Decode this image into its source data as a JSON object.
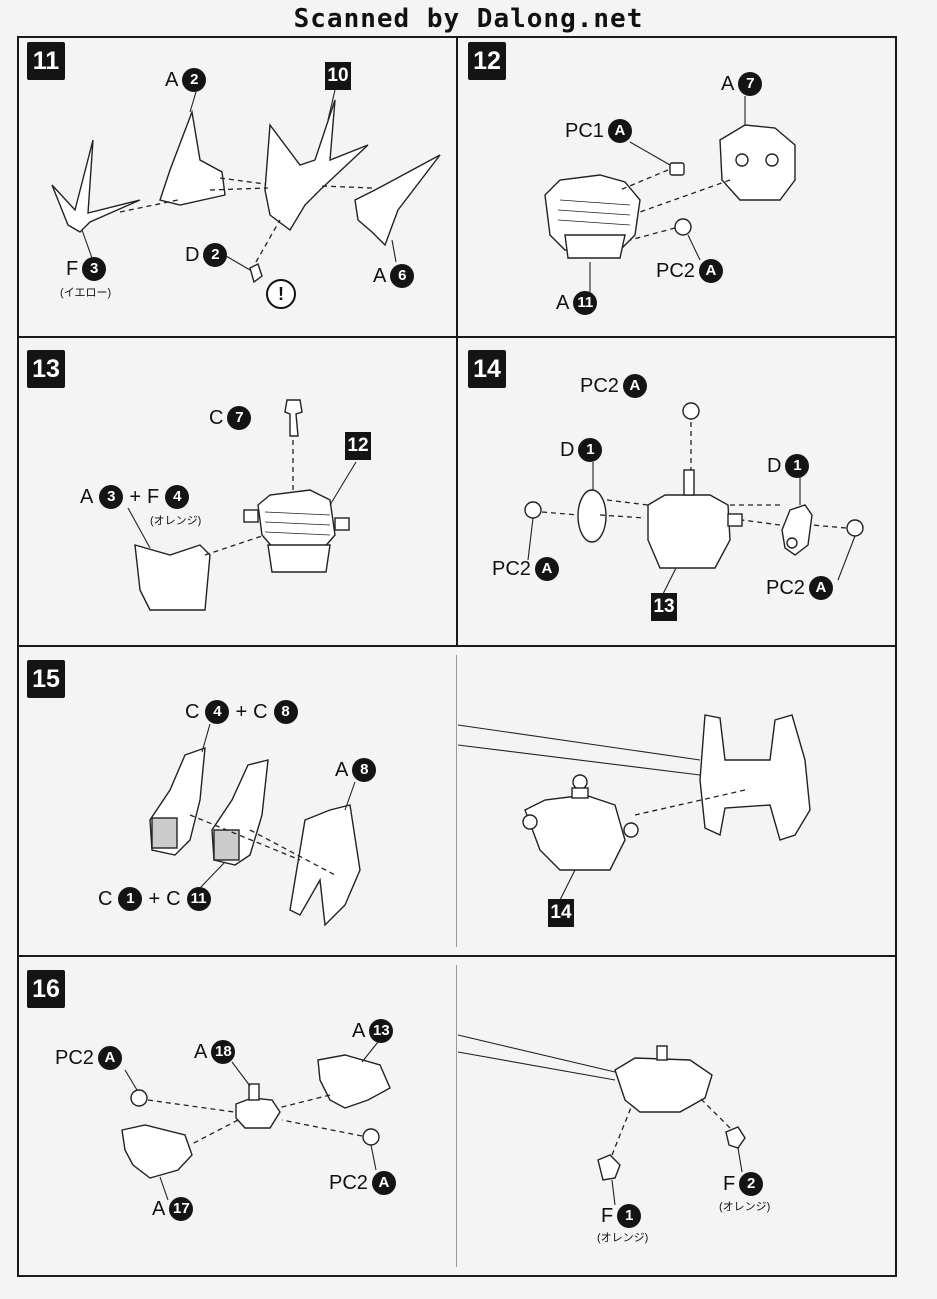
{
  "watermark": "Scanned by Dalong.net",
  "steps": {
    "s11": {
      "num": "11",
      "a2": {
        "letter": "A",
        "num": "2"
      },
      "sub10": "10",
      "f3": {
        "letter": "F",
        "num": "3",
        "note": "(イエロー)"
      },
      "d2": {
        "letter": "D",
        "num": "2"
      },
      "warn": "!",
      "a6": {
        "letter": "A",
        "num": "6"
      }
    },
    "s12": {
      "num": "12",
      "a7": {
        "letter": "A",
        "num": "7"
      },
      "pc1": {
        "letter": "PC1",
        "num": "A"
      },
      "pc2": {
        "letter": "PC2",
        "num": "A"
      },
      "a11": {
        "letter": "A",
        "num": "11"
      }
    },
    "s13": {
      "num": "13",
      "c7": {
        "letter": "C",
        "num": "7"
      },
      "sub12": "12",
      "a3f4": {
        "a": "A",
        "anum": "3",
        "plus": "+",
        "f": "F",
        "fnum": "4",
        "note": "(オレンジ)"
      }
    },
    "s14": {
      "num": "14",
      "pc2top": {
        "letter": "PC2",
        "num": "A"
      },
      "d1l": {
        "letter": "D",
        "num": "1"
      },
      "d1r": {
        "letter": "D",
        "num": "1"
      },
      "pc2l": {
        "letter": "PC2",
        "num": "A"
      },
      "pc2r": {
        "letter": "PC2",
        "num": "A"
      },
      "sub13": "13"
    },
    "s15": {
      "num": "15",
      "c4c8": {
        "a": "C",
        "anum": "4",
        "plus": "+",
        "b": "C",
        "bnum": "8"
      },
      "a8": {
        "letter": "A",
        "num": "8"
      },
      "c1c11": {
        "a": "C",
        "anum": "1",
        "plus": "+",
        "b": "C",
        "bnum": "11"
      },
      "sub14": "14"
    },
    "s16": {
      "num": "16",
      "pc2l": {
        "letter": "PC2",
        "num": "A"
      },
      "a18": {
        "letter": "A",
        "num": "18"
      },
      "a13": {
        "letter": "A",
        "num": "13"
      },
      "pc2r": {
        "letter": "PC2",
        "num": "A"
      },
      "a17": {
        "letter": "A",
        "num": "17"
      },
      "f1": {
        "letter": "F",
        "num": "1",
        "note": "(オレンジ)"
      },
      "f2": {
        "letter": "F",
        "num": "2",
        "note": "(オレンジ)"
      }
    }
  }
}
